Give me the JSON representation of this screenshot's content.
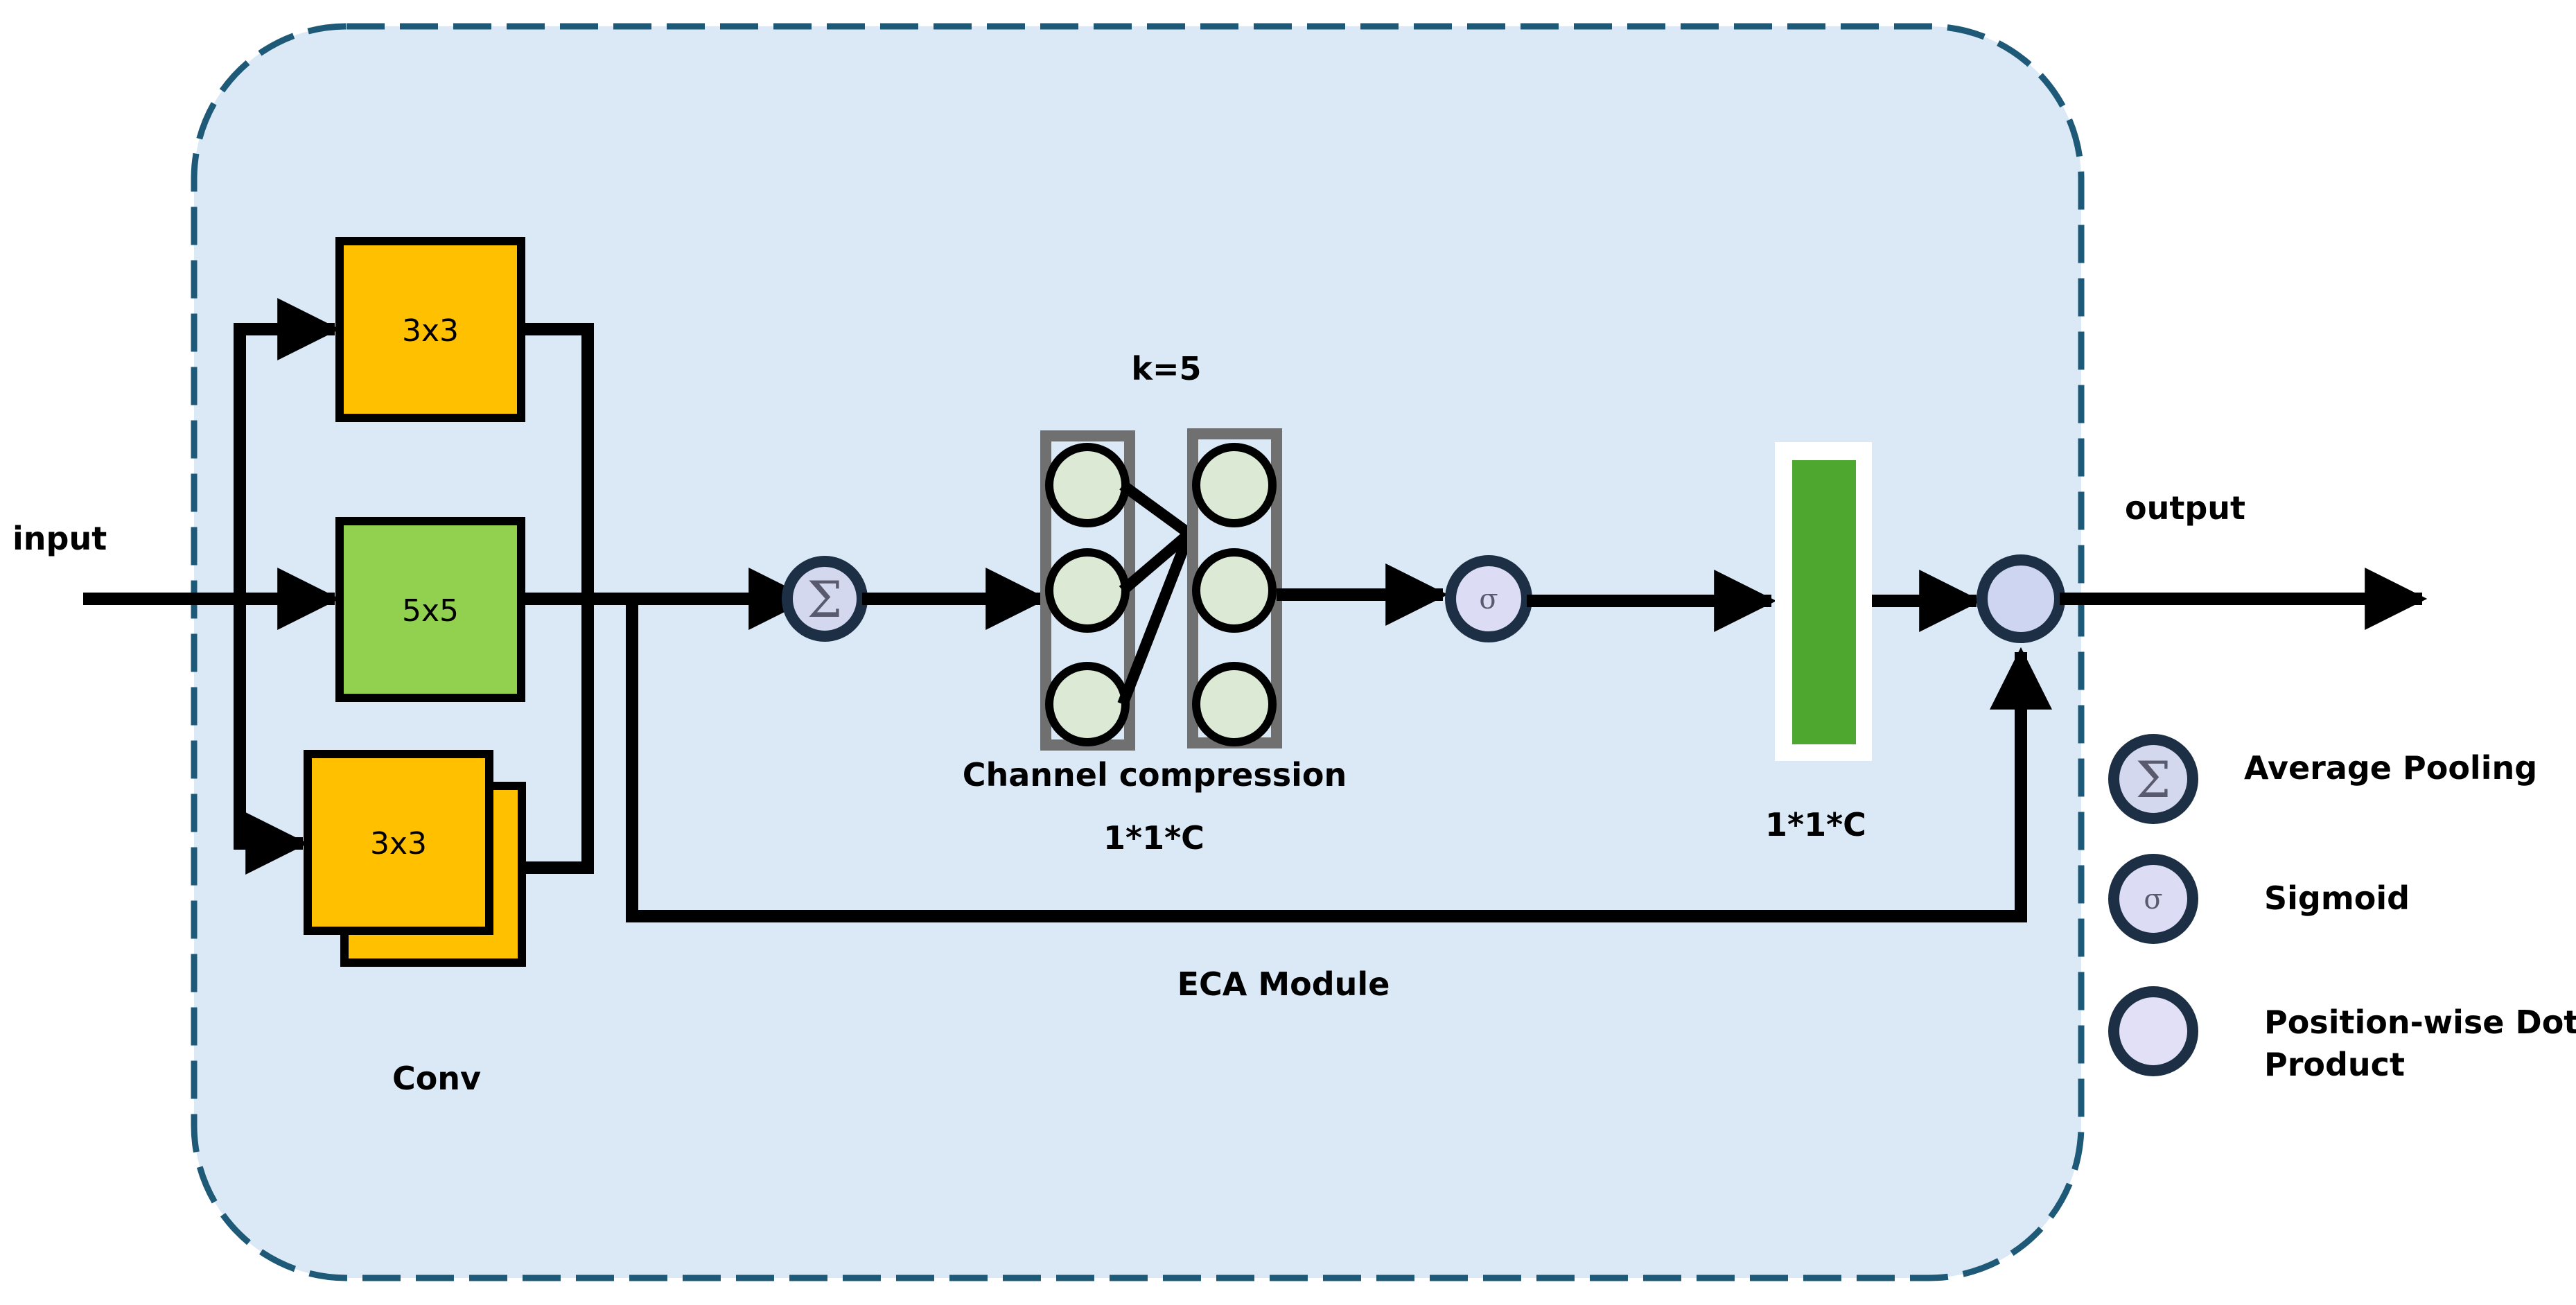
{
  "labels": {
    "input": "input",
    "output": "output",
    "conv": "Conv",
    "eca_module": "ECA Module",
    "k": "k=5",
    "channel_compression": "Channel compression",
    "dim_left": "1*1*C",
    "dim_right": "1*1*C"
  },
  "conv_blocks": {
    "top": "3x3",
    "middle": "5x5",
    "bottom": "3x3"
  },
  "symbols": {
    "sum": "Σ",
    "sigma": "σ"
  },
  "legend": [
    {
      "icon": "sum",
      "label": "Average Pooling"
    },
    {
      "icon": "sigma",
      "label": "Sigmoid"
    },
    {
      "icon": "dot",
      "label": "Position-wise Dot"
    }
  ],
  "legend_extra": {
    "dot_line2": "Product"
  },
  "colors": {
    "panel_fill": "#dbe9f6",
    "panel_border": "#1e5a78",
    "conv_3x3": "#ffc000",
    "conv_5x5": "#92d050",
    "node_fill": "#dbe9d5",
    "column_border": "#707070",
    "bar_fill": "#4ea72e",
    "op_fill_sum": "#d4d8ee",
    "op_fill_sigma": "#dcdcf5",
    "op_fill_dot": "#cdd5f0",
    "op_border": "#1c2f45"
  }
}
